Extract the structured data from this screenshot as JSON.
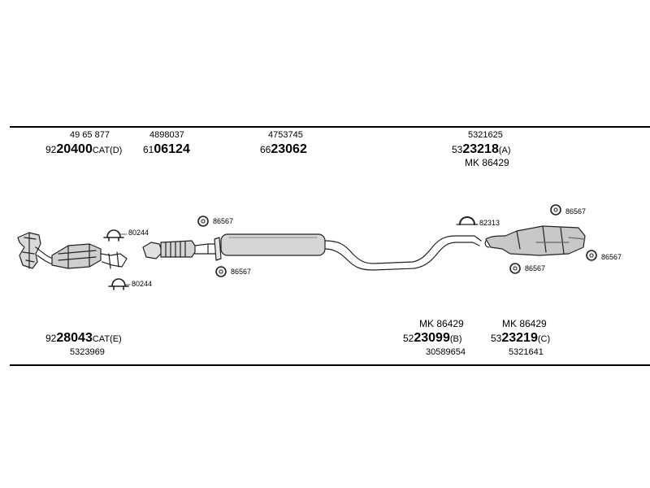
{
  "top_labels": [
    {
      "ref": "49 65 877",
      "prefix": "92",
      "main": "20400",
      "suffix": "CAT(D)"
    },
    {
      "ref": "4898037",
      "prefix": "61",
      "main": "06124",
      "suffix": ""
    },
    {
      "ref": "4753745",
      "prefix": "66",
      "main": "23062",
      "suffix": ""
    },
    {
      "ref": "5321625",
      "prefix": "53",
      "main": "23218",
      "suffix": "(A)",
      "kit": "MK  86429"
    }
  ],
  "bottom_labels": [
    {
      "prefix": "92",
      "main": "28043",
      "suffix": "CAT(E)",
      "ref": "5323969"
    },
    {
      "kit": "MK  86429",
      "prefix": "52",
      "main": "23099",
      "suffix": "(B)",
      "ref": "30589654"
    },
    {
      "kit": "MK  86429",
      "prefix": "53",
      "main": "23219",
      "suffix": "(C)",
      "ref": "5321641"
    }
  ],
  "hardware_labels": {
    "clamp_80244_upper": "80244",
    "clamp_80244_lower": "80244",
    "hanger_86567_front_upper": "86567",
    "hanger_86567_front_lower": "86567",
    "clamp_82313": "82313",
    "hanger_86567_rear_upper": "86567",
    "hanger_86567_rear_lower": "86567",
    "hanger_86567_rear_right": "86567"
  }
}
